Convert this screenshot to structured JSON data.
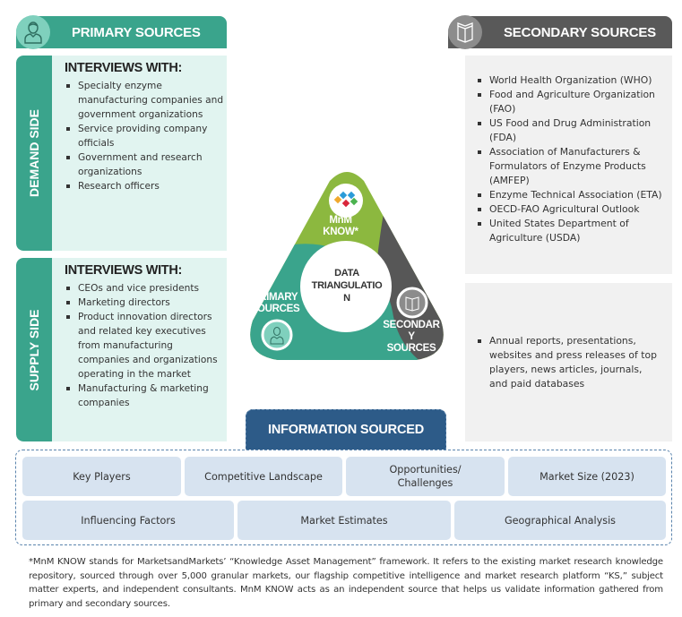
{
  "primary": {
    "header": "PRIMARY SOURCES",
    "icon": "person-icon",
    "demand_side": {
      "rail_label": "DEMAND SIDE",
      "heading": "INTERVIEWS WITH:",
      "items": [
        "Specialty enzyme manufacturing companies and government organizations",
        "Service providing company officials",
        "Government and research organizations",
        "Research officers"
      ]
    },
    "supply_side": {
      "rail_label": "SUPPLY SIDE",
      "heading": "INTERVIEWS WITH:",
      "items": [
        "CEOs and vice presidents",
        "Marketing directors",
        "Product innovation directors and related key executives from manufacturing companies and organizations operating in the market",
        "Manufacturing & marketing companies"
      ]
    }
  },
  "secondary": {
    "header": "SECONDARY SOURCES",
    "icon": "book-icon",
    "organizations": [
      "World Health Organization (WHO)",
      "Food and Agriculture Organization (FAO)",
      "US Food and Drug Administration (FDA)",
      "Association of Manufacturers & Formulators of Enzyme Products (AMFEP)",
      "Enzyme Technical Association (ETA)",
      "OECD-FAO Agricultural Outlook",
      "United States Department of Agriculture (USDA)"
    ],
    "other_sources": [
      "Annual reports, presentations, websites and press releases of top players, news articles, journals, and paid databases"
    ]
  },
  "triangulation": {
    "center_lines": [
      "DATA",
      "TRIANGULATIO",
      "N"
    ],
    "mnm_lines": [
      "MnM",
      "KNOW*"
    ],
    "primary_lines": [
      "PRIMARY",
      "SOURCES"
    ],
    "secondary_lines": [
      "SECONDAR",
      "Y",
      "SOURCES"
    ],
    "colors": {
      "green": "#8cb83f",
      "teal": "#3aa48c",
      "gray": "#575757"
    }
  },
  "information_sourced": {
    "title": "INFORMATION SOURCED",
    "row1": [
      "Key Players",
      "Competitive Landscape",
      "Opportunities/ Challenges",
      "Market Size (2023)"
    ],
    "row2": [
      "Influencing Factors",
      "Market Estimates",
      "Geographical Analysis"
    ]
  },
  "footnote": "*MnM KNOW stands for MarketsandMarkets’ “Knowledge Asset Management” framework. It refers to the existing market research knowledge repository, sourced through over 5,000 granular markets, our flagship competitive intelligence and market research platform “KS,” subject matter experts, and independent consultants. MnM KNOW acts as an independent source that helps us validate information gathered from primary and secondary sources.",
  "colors": {
    "primary_accent": "#3aa48c",
    "primary_panel": "#e1f4f0",
    "secondary_accent": "#595959",
    "secondary_panel": "#f1f1f1",
    "info_accent": "#2d5b88",
    "info_cell": "#d7e3f0"
  }
}
